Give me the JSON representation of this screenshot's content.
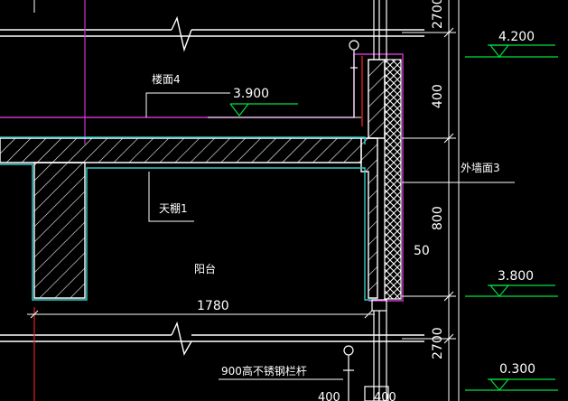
{
  "colors": {
    "background": "#000000",
    "white": "#ffffff",
    "green": "#00e040",
    "magenta": "#cc33cc",
    "cyan": "#33cccc",
    "red": "#e02020",
    "dim_line": "#ffffff"
  },
  "drawing": {
    "labels": {
      "floor_finish": "楼面4",
      "ceiling": "天棚1",
      "balcony": "阳台",
      "exterior_wall": "外墙面3",
      "railing": "900高不锈钢栏杆"
    },
    "elevations": {
      "e1": "4.200",
      "e2": "3.900",
      "e3": "3.800",
      "e4": "0.300"
    },
    "dimensions": {
      "vertical_top": "2700",
      "vertical_400": "400",
      "vertical_800": "800",
      "vertical_bottom": "2700",
      "horizontal_1780": "1780",
      "thickness_50": "50",
      "bottom_cut_1": "400",
      "bottom_cut_2": "400"
    }
  }
}
